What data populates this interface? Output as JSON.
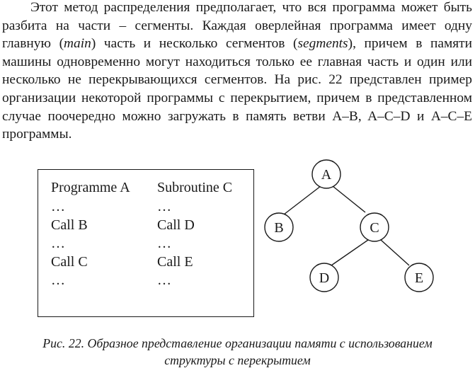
{
  "paragraph": {
    "text": "Этот метод распределения предполагает, что вся программа может быть разбита на части – сегменты. Каждая оверлейная программа имеет одну главную (main) часть и несколько сегментов (segments), причем в памяти машины одновременно могут находиться только ее главная часть и один или несколько не перекрывающихся сегментов. На рис. 22 представлен пример организации некоторой программы с перекрытием, причем в представленном случае поочередно можно загружать в память ветви A–B, A–C–D и A–C–E программы.",
    "parts": [
      "Этот метод распределения предполагает, что вся программа может быть разбита на части – сегменты. Каждая оверлейная программа имеет одну главную (",
      "main",
      ") часть и несколько сегментов (",
      "segments",
      "), причем в памяти машины одновременно могут находиться только ее главная часть и один или несколько не перекрывающихся сегментов. На рис. 22 представлен пример организации некоторой программы с перекрытием, причем в представленном случае поочередно можно загружать в память ветви A–B, A–C–D и A–C–E программы."
    ]
  },
  "code": {
    "col_a": [
      "Programme A",
      "…",
      "Call B",
      "…",
      "Call C",
      "…"
    ],
    "col_b": [
      "Subroutine C",
      "…",
      "Call D",
      "…",
      "Call E",
      "…"
    ]
  },
  "tree": {
    "nodes": [
      "A",
      "B",
      "C",
      "D",
      "E"
    ]
  },
  "caption": {
    "line1": "Рис. 22. Образное представление организации памяти с использованием",
    "line2": "структуры с перекрытием"
  }
}
